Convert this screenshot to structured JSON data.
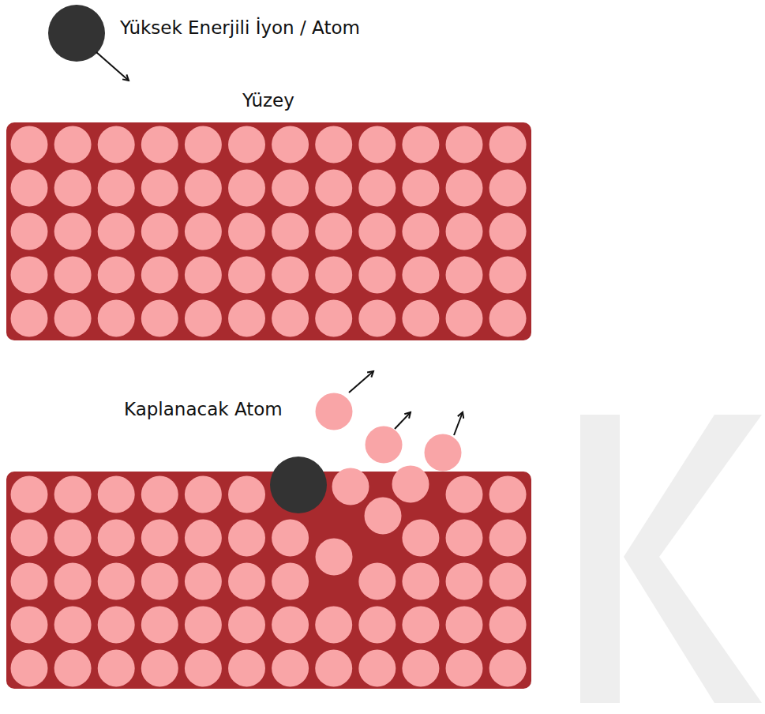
{
  "diagram": {
    "labels": [
      "Yüksek Enerjili İyon / Atom",
      "Yüzey",
      "Kaplanacak Atom"
    ]
  }
}
